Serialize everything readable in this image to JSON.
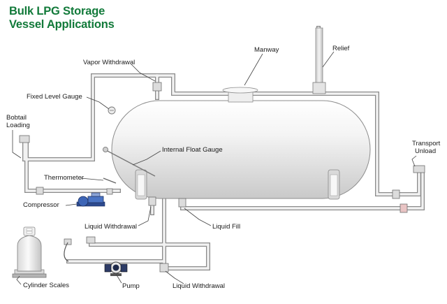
{
  "title": {
    "line1": "Bulk LPG Storage",
    "line2": "Vessel Applications"
  },
  "labels": {
    "vapor_withdrawal": "Vapor Withdrawal",
    "manway": "Manway",
    "relief": "Relief",
    "fixed_level_gauge": "Fixed Level Gauge",
    "bobtail_loading_1": "Bobtail",
    "bobtail_loading_2": "Loading",
    "internal_float_gauge": "Internal Float Gauge",
    "transport_unload_1": "Transport",
    "transport_unload_2": "Unload",
    "thermometer": "Thermometer",
    "compressor": "Compressor",
    "liquid_withdrawal_left": "Liquid Withdrawal",
    "liquid_fill": "Liquid Fill",
    "cylinder_scales": "Cylinder Scales",
    "pump": "Pump",
    "liquid_withdrawal_bottom": "Liquid Withdrawal"
  },
  "colors": {
    "title_green": "#127a3a",
    "pipe_fill": "#f2f2f2",
    "pipe_stroke": "#8a8a8a",
    "leader": "#444444"
  }
}
